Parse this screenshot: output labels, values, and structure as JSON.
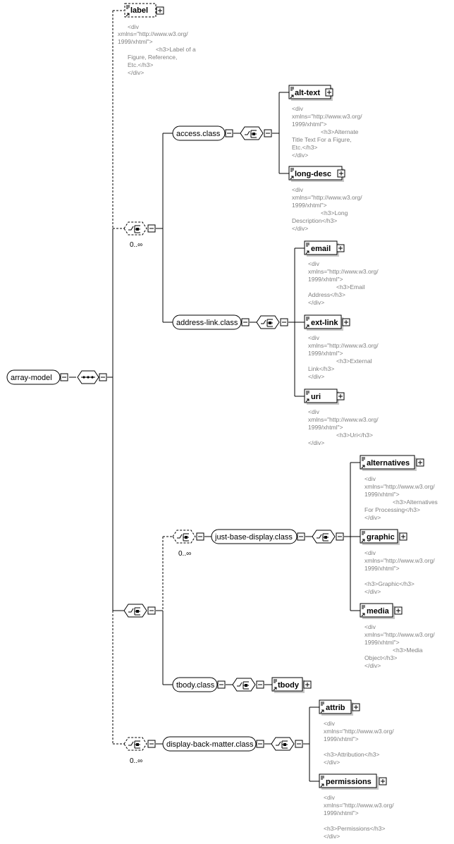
{
  "root": {
    "label": "array-model"
  },
  "label_el": {
    "label": "label",
    "annotation": [
      "<div",
      "xmlns=\"http://www.w3.org/",
      "1999/xhtml\">",
      "                <h3>Label of a",
      "Figure, Reference,",
      "Etc.</h3>",
      "</div>"
    ]
  },
  "choice1_occurs": "0..∞",
  "access_class": {
    "label": "access.class",
    "alt_text": {
      "label": "alt-text",
      "annotation": [
        "<div",
        "xmlns=\"http://www.w3.org/",
        "1999/xhtml\">",
        "                <h3>Alternate",
        "Title Text For a Figure,",
        "Etc.</h3>",
        "</div>"
      ]
    },
    "long_desc": {
      "label": "long-desc",
      "annotation": [
        "<div",
        "xmlns=\"http://www.w3.org/",
        "1999/xhtml\">",
        "                <h3>Long",
        "Description</h3>",
        "</div>"
      ]
    }
  },
  "address_link_class": {
    "label": "address-link.class",
    "email": {
      "label": "email",
      "annotation": [
        "<div",
        "xmlns=\"http://www.w3.org/",
        "1999/xhtml\">",
        "                <h3>Email",
        "Address</h3>",
        "</div>"
      ]
    },
    "ext_link": {
      "label": "ext-link",
      "annotation": [
        "<div",
        "xmlns=\"http://www.w3.org/",
        "1999/xhtml\">",
        "                <h3>External",
        "Link</h3>",
        "</div>"
      ]
    },
    "uri": {
      "label": "uri",
      "annotation": [
        "<div",
        "xmlns=\"http://www.w3.org/",
        "1999/xhtml\">",
        "                <h3>Uri</h3>",
        "</div>"
      ]
    }
  },
  "choice3_occurs": "0..∞",
  "just_base_display_class": {
    "label": "just-base-display.class",
    "alternatives": {
      "label": "alternatives",
      "annotation": [
        "<div",
        "xmlns=\"http://www.w3.org/",
        "1999/xhtml\">",
        "                <h3>Alternatives",
        "For Processing</h3>",
        "</div>"
      ]
    },
    "graphic": {
      "label": "graphic",
      "annotation": [
        "<div",
        "xmlns=\"http://www.w3.org/",
        "1999/xhtml\">",
        "",
        "<h3>Graphic</h3>",
        "</div>"
      ]
    },
    "media": {
      "label": "media",
      "annotation": [
        "<div",
        "xmlns=\"http://www.w3.org/",
        "1999/xhtml\">",
        "                <h3>Media",
        "Object</h3>",
        "</div>"
      ]
    }
  },
  "tbody_class": {
    "label": "tbody.class",
    "tbody": {
      "label": "tbody"
    }
  },
  "choice4_occurs": "0..∞",
  "display_back_matter_class": {
    "label": "display-back-matter.class",
    "attrib": {
      "label": "attrib",
      "annotation": [
        "<div",
        "xmlns=\"http://www.w3.org/",
        "1999/xhtml\">",
        "",
        "<h3>Attribution</h3>",
        "</div>"
      ]
    },
    "permissions": {
      "label": "permissions",
      "annotation": [
        "<div",
        "xmlns=\"http://www.w3.org/",
        "1999/xhtml\">",
        "",
        "<h3>Permissions</h3>",
        "</div>"
      ]
    }
  }
}
